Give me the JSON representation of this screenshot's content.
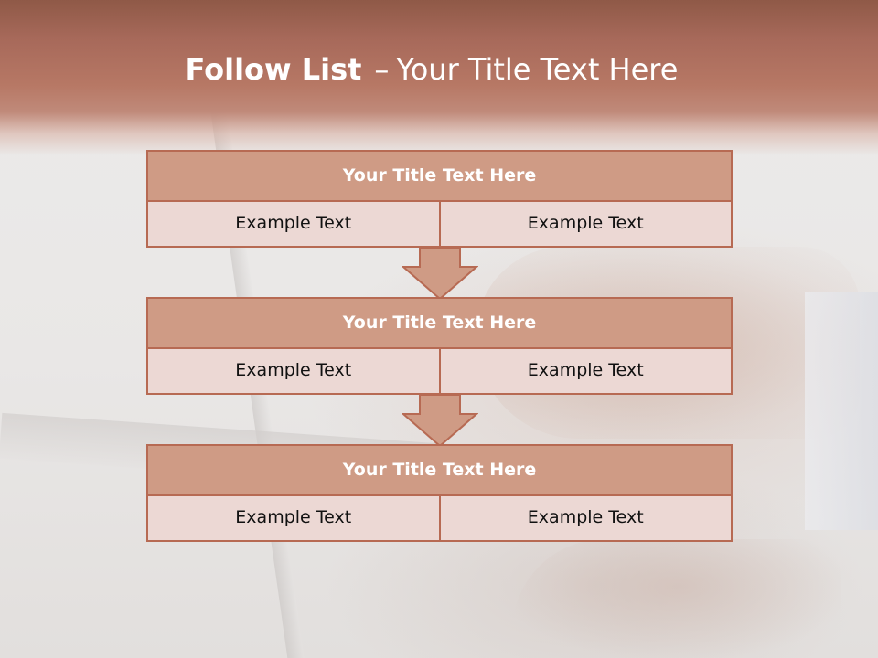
{
  "slide": {
    "title_main": "Follow List",
    "title_separator": "–",
    "title_sub": "Your Title Text Here"
  },
  "steps": [
    {
      "title": "Your Title Text Here",
      "left": "Example Text",
      "right": "Example Text"
    },
    {
      "title": "Your Title Text Here",
      "left": "Example Text",
      "right": "Example Text"
    },
    {
      "title": "Your Title Text Here",
      "left": "Example Text",
      "right": "Example Text"
    }
  ],
  "colors": {
    "accent": "#b76a53",
    "header_fill": "#cf9b85",
    "cell_fill": "#ecd8d4",
    "banner": "#a7695a"
  },
  "icons": {
    "connector": "down-arrow-icon"
  }
}
